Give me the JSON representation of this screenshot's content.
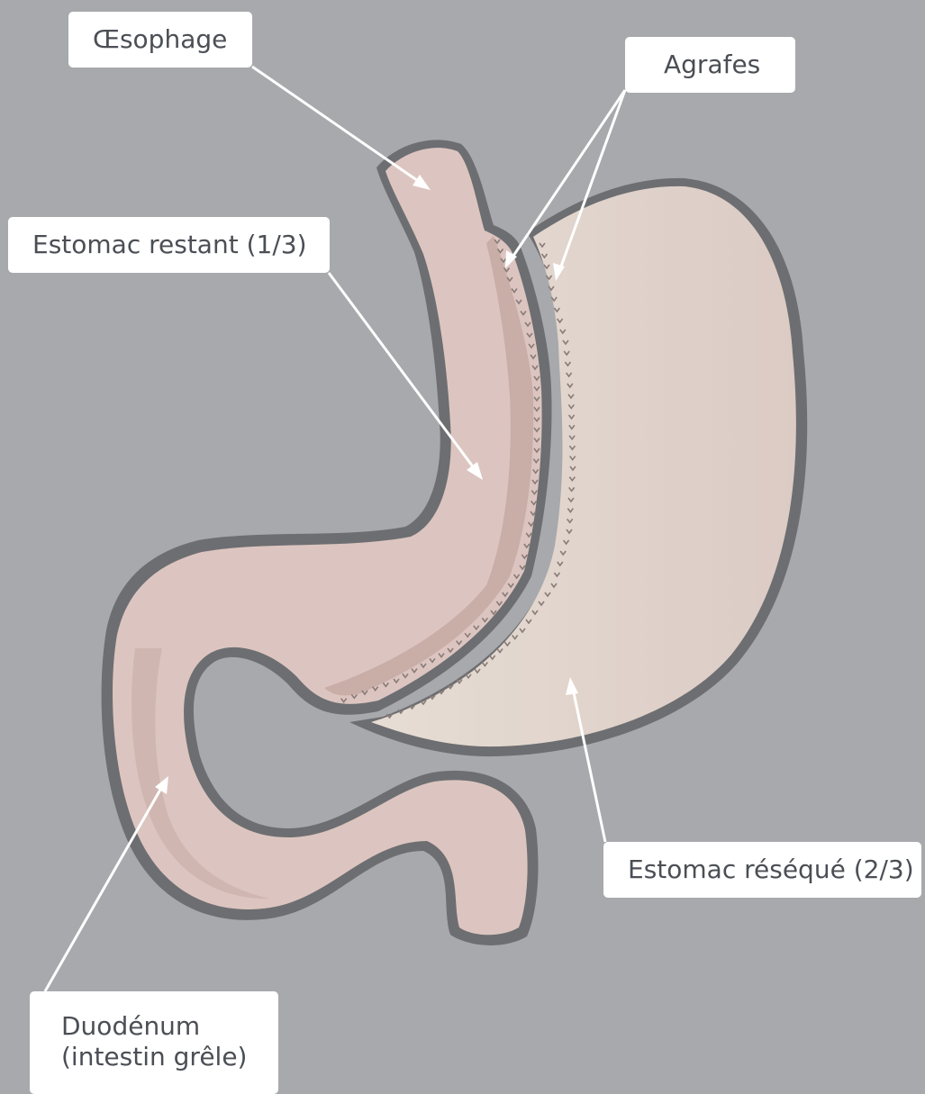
{
  "labels": {
    "oesophage": "Œsophage",
    "agrafes": "Agrafes",
    "estomac_restant": "Estomac restant (1/3)",
    "estomac_reseque": "Estomac réséqué (2/3)",
    "duodenum_line1": "Duodénum",
    "duodenum_line2": "(intestin grêle)"
  },
  "colors": {
    "background": "#a7a9ac",
    "outline": "#6d6e71",
    "remaining_stomach": "#dcc5c0",
    "remaining_stomach_shade": "#c9ada7",
    "resected_stomach": "#e3d7cf",
    "label_background": "#ffffff",
    "label_text": "#4b4f55",
    "pointer": "#ffffff"
  },
  "icons": [
    "staple-mark"
  ]
}
